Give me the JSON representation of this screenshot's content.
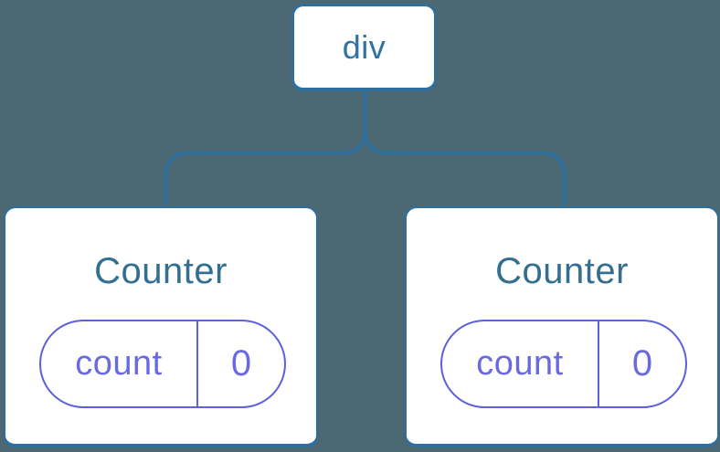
{
  "diagram": {
    "type": "component-tree",
    "root": {
      "label": "div"
    },
    "children": [
      {
        "title": "Counter",
        "state": {
          "key": "count",
          "value": "0"
        }
      },
      {
        "title": "Counter",
        "state": {
          "key": "count",
          "value": "0"
        }
      }
    ],
    "colors": {
      "background": "#4c6873",
      "line_blue": "#2e6f9e",
      "node_text_blue": "#2f72a3",
      "title_blue": "#346e90",
      "pill_border_purple": "#5d5fdd",
      "pill_text_purple": "#6a6ae0",
      "node_fill": "#ffffff"
    }
  }
}
